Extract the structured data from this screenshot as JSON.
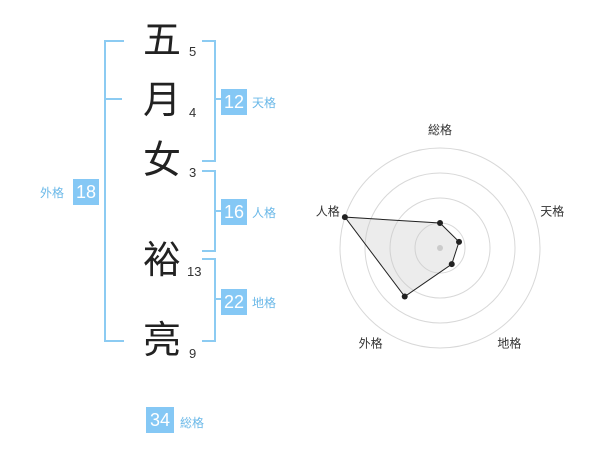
{
  "name": {
    "chars": [
      {
        "char": "五",
        "strokes": "5"
      },
      {
        "char": "月",
        "strokes": "4"
      },
      {
        "char": "女",
        "strokes": "3"
      },
      {
        "char": "裕",
        "strokes": "13"
      },
      {
        "char": "亮",
        "strokes": "9"
      }
    ]
  },
  "kakusu": {
    "tenkaku": {
      "value": "12",
      "label": "天格"
    },
    "jinkaku": {
      "value": "16",
      "label": "人格"
    },
    "chikaku": {
      "value": "22",
      "label": "地格"
    },
    "gaikaku": {
      "value": "18",
      "label": "外格"
    },
    "soukaku": {
      "value": "34",
      "label": "総格"
    }
  },
  "colors": {
    "accent": "#85c8f5",
    "bracket": "#8ccbf2"
  },
  "chart_data": {
    "type": "radar",
    "axes": [
      "総格",
      "天格",
      "地格",
      "外格",
      "人格"
    ],
    "values": [
      0.25,
      0.2,
      0.2,
      0.6,
      1.0
    ],
    "rings": 4
  }
}
